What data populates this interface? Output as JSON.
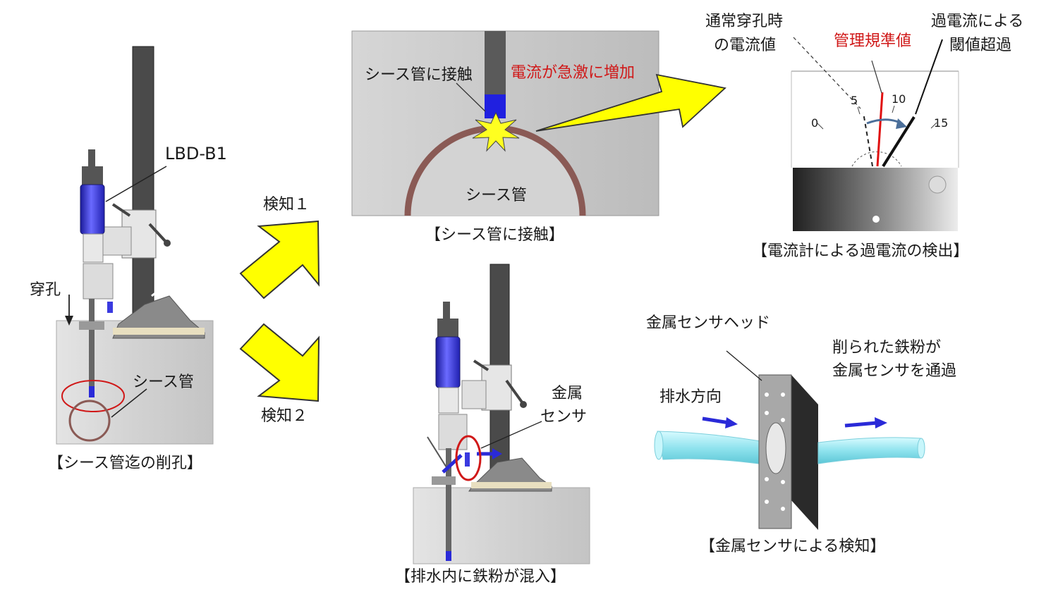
{
  "panel_drill": {
    "model_label": "LBD-B1",
    "drilling_label": "穿孔",
    "sheath_label": "シース管",
    "caption": "【シース管迄の削孔】"
  },
  "arrows": {
    "detect1": "検知１",
    "detect2": "検知２"
  },
  "panel_contact": {
    "contact_label": "シース管に接触",
    "current_spike_label": "電流が急激に増加",
    "sheath_label": "シース管",
    "caption": "【シース管に接触】"
  },
  "panel_meter": {
    "normal_current_line1": "通常穿孔時",
    "normal_current_line2": "の電流値",
    "threshold_label": "管理規準値",
    "overcurrent_line1": "過電流による",
    "overcurrent_line2": "閾値超過",
    "scale": [
      "0",
      "5",
      "10",
      "15"
    ],
    "caption": "【電流計による過電流の検出】"
  },
  "panel_drainage": {
    "sensor_line1": "金属",
    "sensor_line2": "センサ",
    "caption": "【排水内に鉄粉が混入】"
  },
  "panel_sensor": {
    "head_label": "金属センサヘッド",
    "drain_direction": "排水方向",
    "filings_line1": "削られた鉄粉が",
    "filings_line2": "金属センサを通過",
    "caption": "【金属センサによる検知】"
  },
  "colors": {
    "alert": "#d01818",
    "drill_blue": "#3a3ae0",
    "arrow_yellow": "#ffff00",
    "sheath_brown": "#8a5a55",
    "pipe_cyan": "#9fe8f0"
  }
}
